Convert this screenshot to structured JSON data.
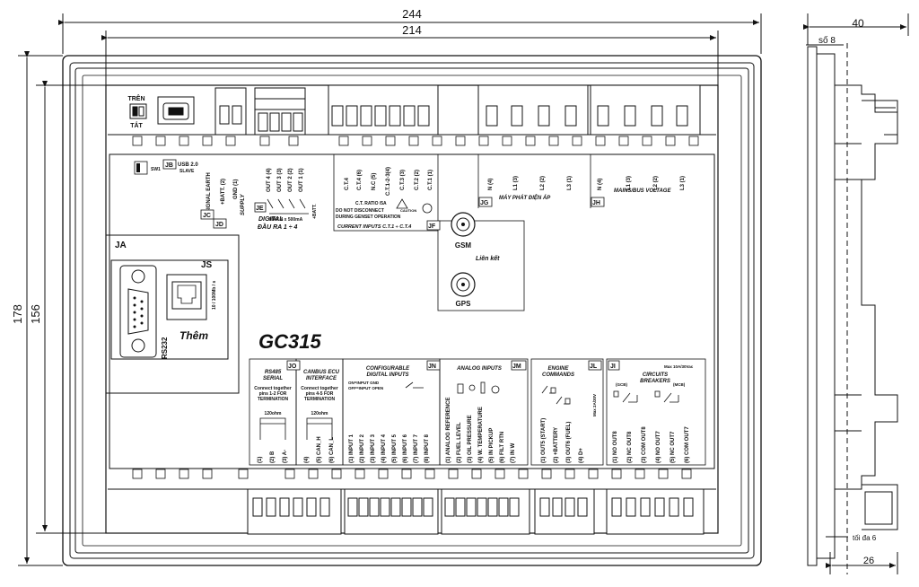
{
  "dimensions": {
    "outer_width": "244",
    "inner_width": "214",
    "outer_height": "178",
    "inner_height": "156",
    "side_depth": "40",
    "side_so": "số 8",
    "side_max": "tối đa 6",
    "side_bottom": "26"
  },
  "switch": {
    "on": "TRÊN",
    "off": "TẮT"
  },
  "jb": {
    "code": "JB",
    "sw": "SW1",
    "usb": "USB 2.0",
    "slave": "SLAVE"
  },
  "jc": {
    "code": "JC",
    "pins": [
      "SIGNAL EARTH",
      "+BATT. (2)",
      "GND (1)"
    ],
    "supply": "SUPPLY"
  },
  "jd": {
    "code": "JD"
  },
  "je": {
    "code": "JE",
    "pins": [
      "OUT 4 (4)",
      "OUT 3 (3)",
      "OUT 2 (2)",
      "OUT 1 (1)"
    ],
    "batt": "+BATT.",
    "max": "MAX 4 x 500mA",
    "digital": "DIGITAL",
    "label": "ĐẦU RA 1 ÷ 4"
  },
  "ct": {
    "pins": [
      "C.T.4",
      "C.T.4 (6)",
      "N.C (5)",
      "C.T.1-2-3(4)",
      "C.T.3 (3)",
      "C.T.2 (2)",
      "C.T.1 (1)"
    ],
    "ratio": "C.T. RATIO /5A",
    "caution": "CAUTION",
    "warn1": "DO NOT DISCONNECT",
    "warn2": "DURING GENSET OPERATION",
    "current": "CURRENT INPUTS C.T.1 ÷ C.T.4"
  },
  "jg": {
    "code": "JG",
    "pins": [
      "N (4)",
      "L1 (3)",
      "L2 (2)",
      "L3 (1)"
    ],
    "label": "MÁY PHÁT ĐIỆN ÁP"
  },
  "jh": {
    "code": "JH",
    "pins": [
      "N (4)",
      "L1 (3)",
      "L2 (2)",
      "L3 (1)"
    ],
    "label": "MAINS/BUS VOLTAGE"
  },
  "jf": {
    "code": "JF",
    "gsm": "GSM",
    "link": "Liên kết",
    "gps": "GPS"
  },
  "ja": {
    "code": "JA",
    "js": "JS",
    "rs232": "RS232",
    "eth": "10 / 100Mb / s",
    "them": "Thêm"
  },
  "model": "GC315",
  "rs485": {
    "title": "RS485",
    "serial": "SERIAL",
    "note": [
      "Connect together",
      "pins 1-2 FOR",
      "TERMINATION"
    ],
    "ohm": "120ohm",
    "pins": [
      "(1)",
      "(2) B",
      "(3) A-"
    ]
  },
  "jo": {
    "code": "JO",
    "title": "CANBUS ECU",
    "interface": "INTERFACE",
    "note": [
      "Connect together",
      "pins 4-5 FOR",
      "TERMINATION"
    ],
    "ohm": "120ohm",
    "pins": [
      "(4)",
      "(5) CAN_H",
      "(6) CAN_L"
    ]
  },
  "jn": {
    "code": "JN",
    "title": "CONFIGURABLE",
    "subtitle": "DIGITAL INPUTS",
    "onoff": [
      "ON=INPUT GND",
      "OFF=INPUT OPEN"
    ],
    "pins": [
      "(1) INPUT 1",
      "(2) INPUT 2",
      "(3) INPUT 3",
      "(4) INPUT 4",
      "(5) INPUT 5",
      "(6) INPUT 6",
      "(7) INPUT 7",
      "(8) INPUT 8"
    ]
  },
  "jm": {
    "code": "JM",
    "title": "ANALOG INPUTS",
    "pins": [
      "(1) ANALOG REFERENCE",
      "(2) FUEL LEVEL",
      "(3) OIL PRESSURE",
      "(4) W. TEMPERATURE",
      "(5) IN PICKUP",
      "(6) FILT RTN",
      "(7) IN W"
    ]
  },
  "jl": {
    "code": "JL",
    "title": "ENGINE",
    "subtitle": "COMMANDS",
    "max": "Max 2A/30V",
    "pins": [
      "(1) OUT5 (START)",
      "(2) +BATTERY",
      "(3) OUT6 (FUEL)",
      "(4) D+"
    ]
  },
  "ji": {
    "code": "JI",
    "max": "Max 10A/30Vac",
    "title": "CIRCUITS",
    "subtitle": "BREAKERS",
    "gcb": "(GCB)",
    "mcb": "(MCB)",
    "pins": [
      "(1) NO OUT8",
      "(2) NC OUT8",
      "(3) COM OUT8",
      "(4) NO OUT7",
      "(5) NC OUT7",
      "(6) COM OUT7"
    ]
  }
}
